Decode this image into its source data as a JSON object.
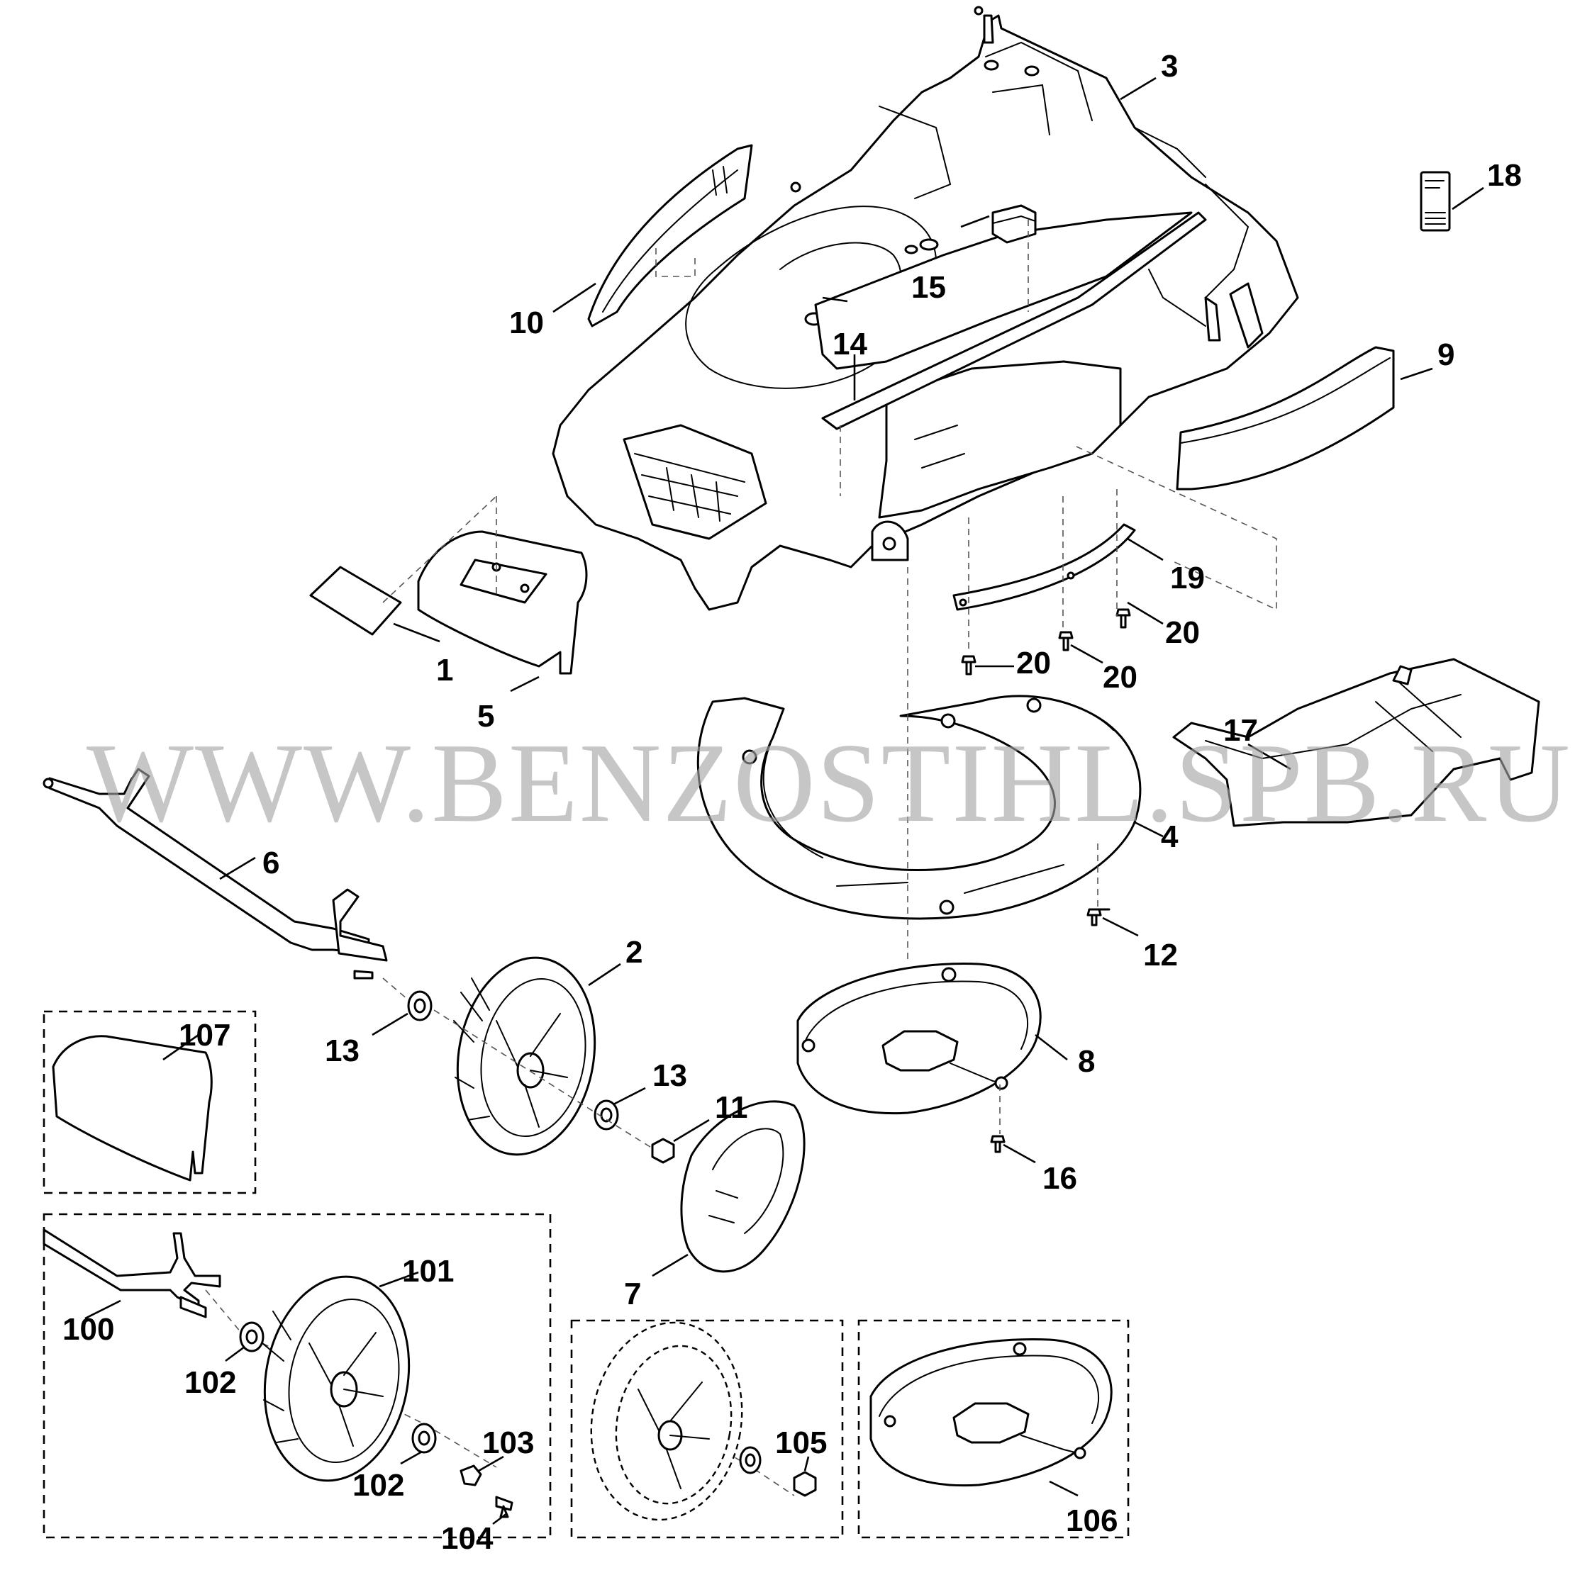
{
  "watermark": "WWW.BENZOSTIHL.SPB.RU",
  "callouts": {
    "c1": "1",
    "c2": "2",
    "c3": "3",
    "c4": "4",
    "c5": "5",
    "c6": "6",
    "c7": "7",
    "c8": "8",
    "c9": "9",
    "c10": "10",
    "c11": "11",
    "c12": "12",
    "c13a": "13",
    "c13b": "13",
    "c14": "14",
    "c15": "15",
    "c16": "16",
    "c17": "17",
    "c18": "18",
    "c19": "19",
    "c20a": "20",
    "c20b": "20",
    "c20c": "20",
    "c100": "100",
    "c101": "101",
    "c102a": "102",
    "c102b": "102",
    "c103": "103",
    "c104": "104",
    "c105": "105",
    "c106": "106",
    "c107": "107"
  }
}
